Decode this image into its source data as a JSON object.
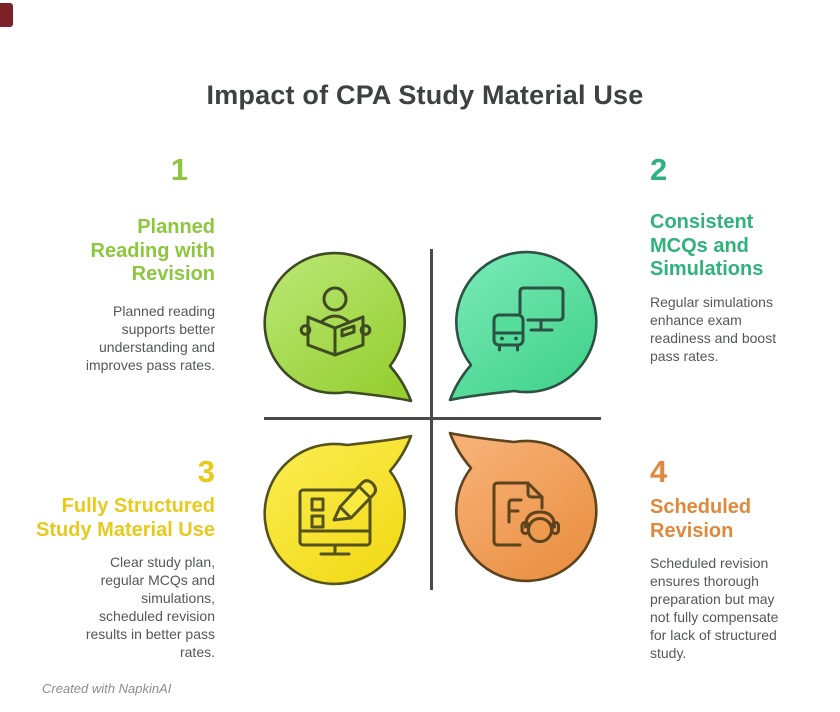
{
  "title": "Impact of CPA Study Material Use",
  "quadrants": [
    {
      "number": "1",
      "heading": "Planned\nReading with\nRevision",
      "description": "Planned reading\nsupports better\nunderstanding and\nimproves pass rates.",
      "icon": "person-reading-book-icon",
      "bubble": "green-speech-bubble"
    },
    {
      "number": "2",
      "heading": "Consistent\nMCQs and\nSimulations",
      "description": "Regular simulations\nenhance exam\nreadiness and boost\npass rates.",
      "icon": "monitor-and-quiz-bot-icon",
      "bubble": "mint-speech-bubble"
    },
    {
      "number": "3",
      "heading": "Fully Structured\nStudy Material Use",
      "description": "Clear study plan,\nregular MCQs and\nsimulations,\nscheduled revision\nresults in better pass\nrates.",
      "icon": "online-test-with-pencil-icon",
      "bubble": "yellow-speech-bubble"
    },
    {
      "number": "4",
      "heading": "Scheduled\nRevision",
      "description": "Scheduled revision\nensures thorough\npreparation but may\nnot fully compensate\nfor lack of structured\nstudy.",
      "icon": "document-with-headphones-icon",
      "bubble": "orange-speech-bubble"
    }
  ],
  "footer": {
    "text": "Created with NapkinAI"
  },
  "colors": {
    "page_bg": "#ffffff",
    "title_text": "#3f4040",
    "body_text": "#56575b",
    "divider": "#4a4a4a",
    "footer_text": "#8c8c8c",
    "corner_mark": "#7c2128",
    "q1_accent": "#8dc63f",
    "q2_accent": "#2fb27c",
    "q3_accent": "#e8ca1c",
    "q4_accent": "#e0883c",
    "q1_fill_a": "#bce878",
    "q1_fill_b": "#97cf33",
    "q1_stroke": "#3e4a22",
    "q2_fill_a": "#76e8b4",
    "q2_fill_b": "#3bd086",
    "q2_stroke": "#2c5244",
    "q3_fill_a": "#fbee55",
    "q3_fill_b": "#f2da17",
    "q3_stroke": "#56521e",
    "q4_fill_a": "#f6b075",
    "q4_fill_b": "#e98c3c",
    "q4_stroke": "#5e441d",
    "q2_icon_fill": "#55dd9c",
    "q3_icon_fill": "#f9ea42",
    "q4_icon_fill": "#ee9a4f"
  }
}
